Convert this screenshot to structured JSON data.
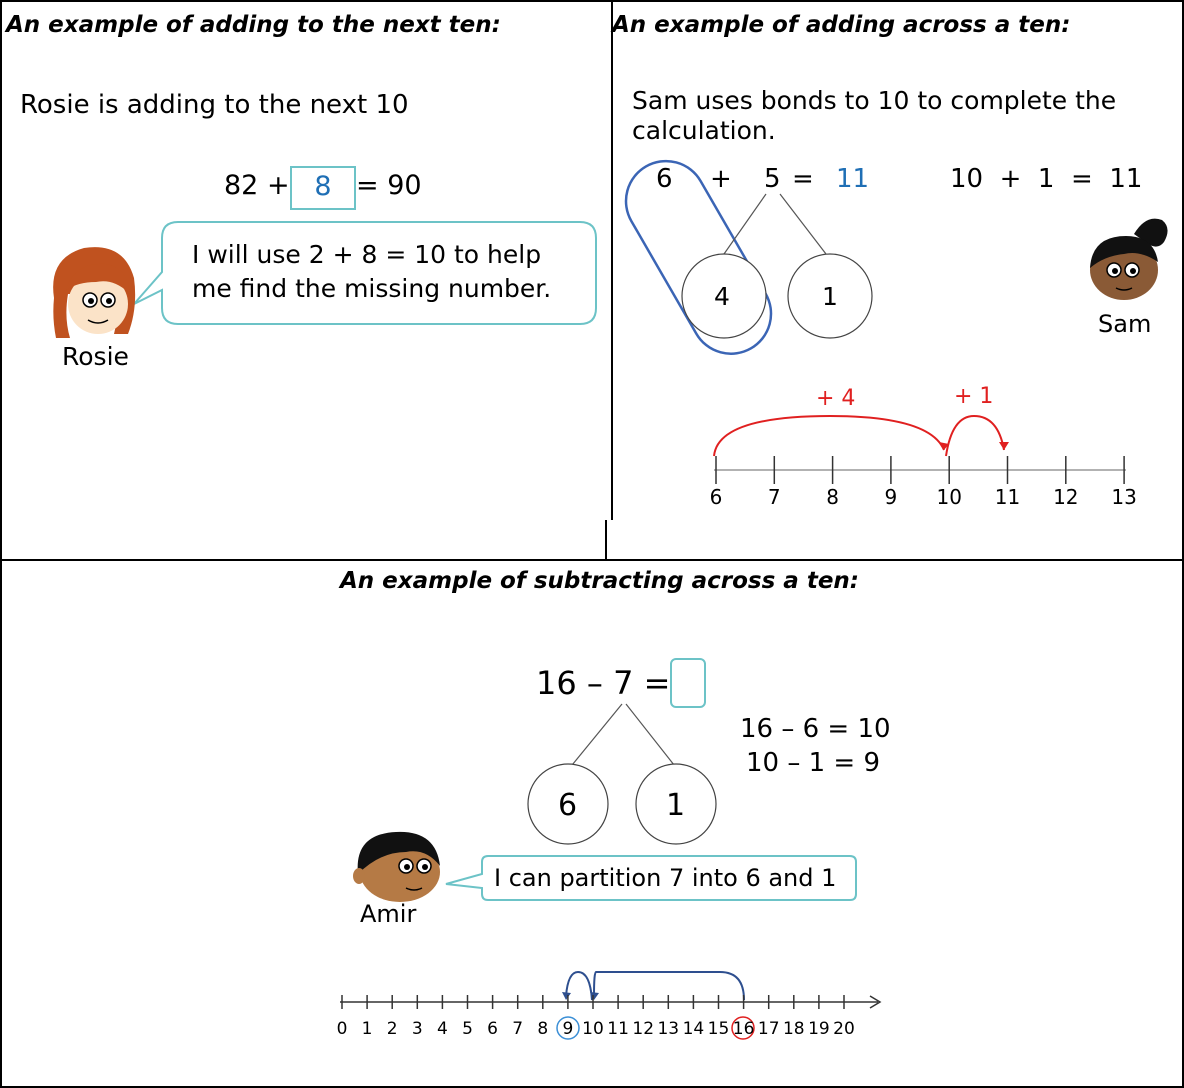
{
  "panel_top_left": {
    "heading": "An example of adding to the next ten:",
    "intro": "Rosie is adding to the next 10",
    "equation_left": "82 +",
    "equation_answer": "8",
    "equation_right": "= 90",
    "bubble_line1": "I will use 2 + 8 = 10 to help",
    "bubble_line2": "me find the missing number.",
    "character_name": "Rosie"
  },
  "panel_top_right": {
    "heading": "An example of adding across a ten:",
    "intro_line1": "Sam uses bonds to 10 to complete the",
    "intro_line2": "calculation.",
    "eq_a": "6",
    "eq_plus": "+",
    "eq_b": "5",
    "eq_equals": "=",
    "eq_result": "11",
    "eq2": "10  +  1  =  11",
    "circle_left": "4",
    "circle_right": "1",
    "character_name": "Sam",
    "jump1_label": "+ 4",
    "jump2_label": "+ 1",
    "ticks": [
      "6",
      "7",
      "8",
      "9",
      "10",
      "11",
      "12",
      "13"
    ]
  },
  "panel_bottom": {
    "heading": "An example of subtracting across a ten:",
    "equation": "16 – 7 =",
    "step1": "16 – 6 = 10",
    "step2": "10 – 1 = 9",
    "circle_left": "6",
    "circle_right": "1",
    "bubble": "I can partition 7 into 6 and 1",
    "character_name": "Amir",
    "ticks": [
      "0",
      "1",
      "2",
      "3",
      "4",
      "5",
      "6",
      "7",
      "8",
      "9",
      "10",
      "11",
      "12",
      "13",
      "14",
      "15",
      "16",
      "17",
      "18",
      "19",
      "20"
    ]
  },
  "colors": {
    "teal": "#6cc3c7",
    "blue": "#1f6fb5",
    "red": "#e02020",
    "dark_blue": "#2e4f8f"
  }
}
